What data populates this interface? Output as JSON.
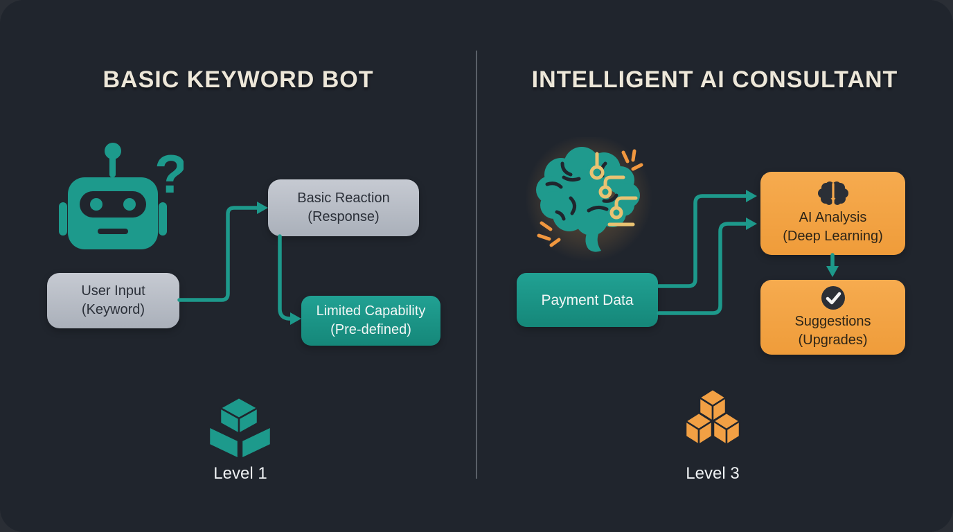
{
  "page": {
    "type": "comparison-infographic"
  },
  "colors": {
    "panel_background": "#20252d",
    "outer_background": "#2a2e35",
    "teal": "#1d9a8c",
    "orange": "#f4a347",
    "gray_box": "#b9bdc6",
    "title_text": "#ede7d9",
    "dark_text": "#2a2f38",
    "light_text": "#f2f6f5",
    "gold_circuit": "#e9c272",
    "spark_orange": "#f0973f",
    "divider": "#5a6068"
  },
  "icons": {
    "robot": "robot-icon",
    "question_mark": "?",
    "brain": "glowing-circuit-brain-icon",
    "ai_analysis_badge": "brain-glyph-icon",
    "suggestions_badge": "check-circle-icon",
    "level1": "cube-on-base-icon",
    "level3": "three-stacked-cubes-icon"
  },
  "left": {
    "title": "BASIC KEYWORD BOT",
    "boxes": {
      "user_input": {
        "line1": "User Input",
        "line2": "(Keyword)"
      },
      "basic_reaction": {
        "line1": "Basic Reaction",
        "line2": "(Response)"
      },
      "limited_capability": {
        "line1": "Limited Capability",
        "line2": "(Pre-defined)"
      }
    },
    "level_label": "Level 1"
  },
  "right": {
    "title": "INTELLIGENT AI CONSULTANT",
    "boxes": {
      "payment_data": {
        "line1": "Payment Data"
      },
      "ai_analysis": {
        "line1": "AI Analysis",
        "line2": "(Deep Learning)"
      },
      "suggestions": {
        "line1": "Suggestions",
        "line2": "(Upgrades)"
      }
    },
    "level_label": "Level 3"
  }
}
